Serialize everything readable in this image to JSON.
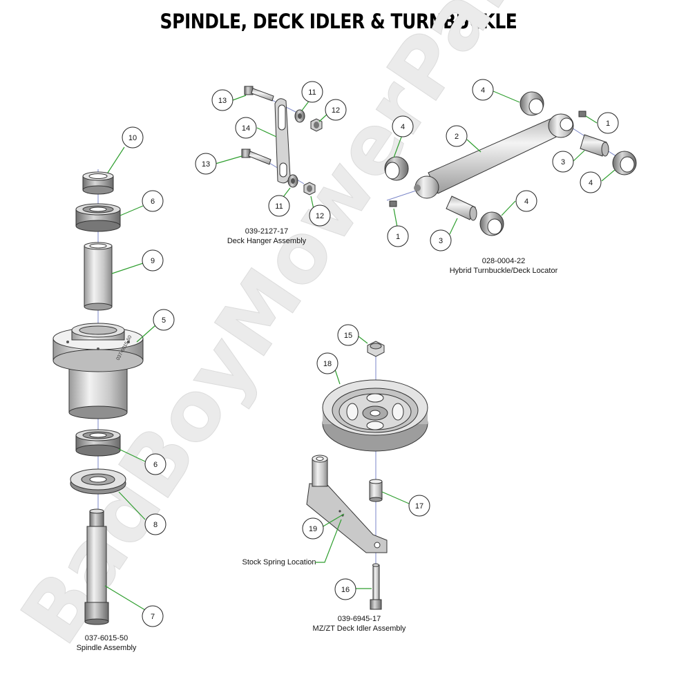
{
  "title": "SPINDLE, DECK IDLER & TURNBUCKLE",
  "watermark": "BadBoyMowerParts.com",
  "assemblies": {
    "deck_hanger": {
      "part_number": "039-2127-17",
      "name": "Deck Hanger Assembly"
    },
    "turnbuckle": {
      "part_number": "028-0004-22",
      "name": "Hybrid Turnbuckle/Deck Locator"
    },
    "spindle": {
      "part_number": "037-6015-50",
      "name": "Spindle Assembly"
    },
    "idler": {
      "part_number": "039-6945-17",
      "name": "MZ/ZT Deck Idler Assembly"
    }
  },
  "callouts": {
    "c13a": "13",
    "c11a": "11",
    "c12a": "12",
    "c14": "14",
    "c13b": "13",
    "c11b": "11",
    "c12b": "12",
    "c4a": "4",
    "c1a": "1",
    "c4b": "4",
    "c2": "2",
    "c3a": "3",
    "c4c": "4",
    "c4d": "4",
    "c1b": "1",
    "c3b": "3",
    "c10": "10",
    "c6a": "6",
    "c9": "9",
    "c5": "5",
    "c6b": "6",
    "c8": "8",
    "c7": "7",
    "c15": "15",
    "c18": "18",
    "c17": "17",
    "c19": "19",
    "c16": "16"
  },
  "stock_spring_label": "Stock Spring Location",
  "spindle_housing_mark": "037-6015-50",
  "colors": {
    "leader": "#2e9e2e",
    "axis": "#7a86c8",
    "title": "#000000"
  }
}
